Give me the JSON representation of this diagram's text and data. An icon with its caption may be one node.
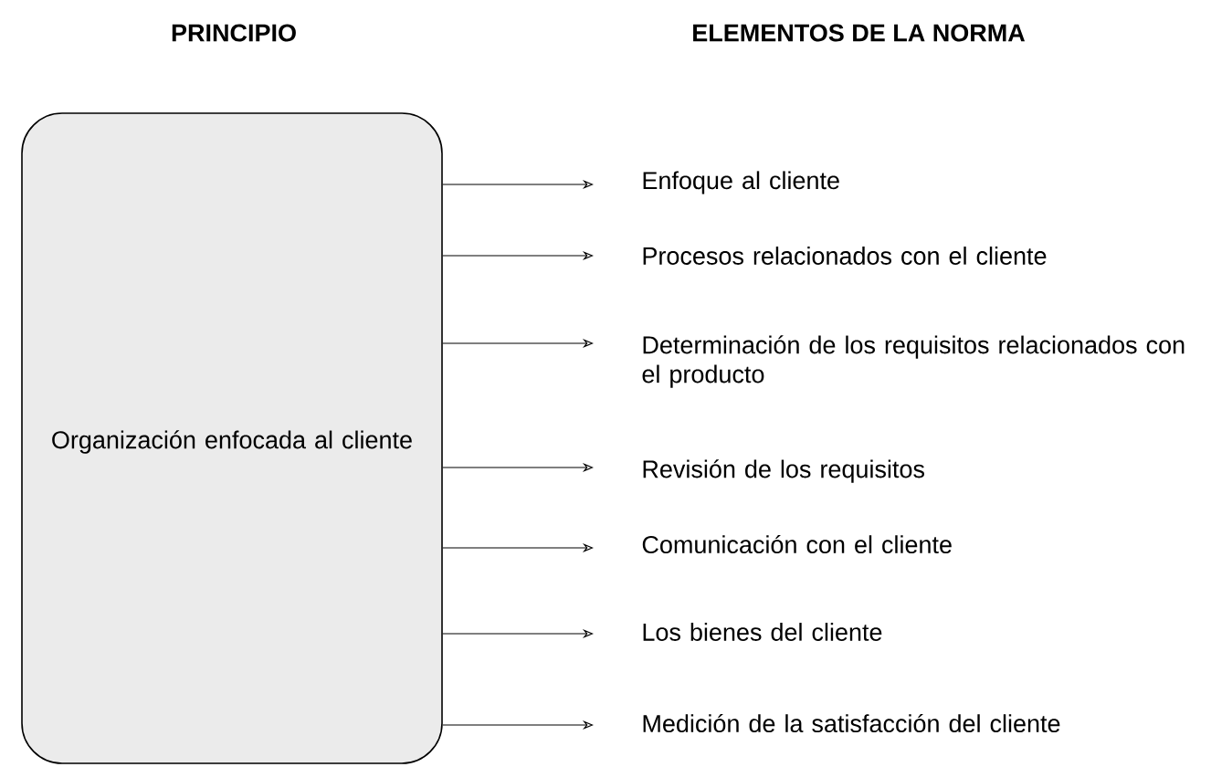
{
  "diagram": {
    "nodes": [
      {
        "text": [
          "PRINCIPIO",
          "Organización enfocada al cliente"
        ]
      },
      {
        "text": [
          "Enfoque al cliente"
        ]
      },
      {
        "text": [
          "Procesos relacionados con el cliente"
        ]
      },
      {
        "text": [
          "Determinación de los requisitos relacionados con el producto"
        ]
      },
      {
        "text": [
          "Revisión de los requisitos"
        ]
      },
      {
        "text": [
          "Comunicación con el cliente"
        ]
      },
      {
        "text": [
          "Los bienes del cliente"
        ]
      },
      {
        "text": [
          "Medición de la satisfacción del cliente"
        ]
      }
    ],
    "edges": [
      {
        "from": 0,
        "to": 1,
        "arrow": "to"
      },
      {
        "from": 0,
        "to": 2,
        "arrow": "to"
      },
      {
        "from": 0,
        "to": 3,
        "arrow": "to"
      },
      {
        "from": 0,
        "to": 4,
        "arrow": "to"
      },
      {
        "from": 0,
        "to": 5,
        "arrow": "to"
      },
      {
        "from": 0,
        "to": 6,
        "arrow": "to"
      },
      {
        "from": 0,
        "to": 7,
        "arrow": "to"
      }
    ],
    "labels": [
      "ELEMENTOS DE LA NORMA"
    ]
  }
}
